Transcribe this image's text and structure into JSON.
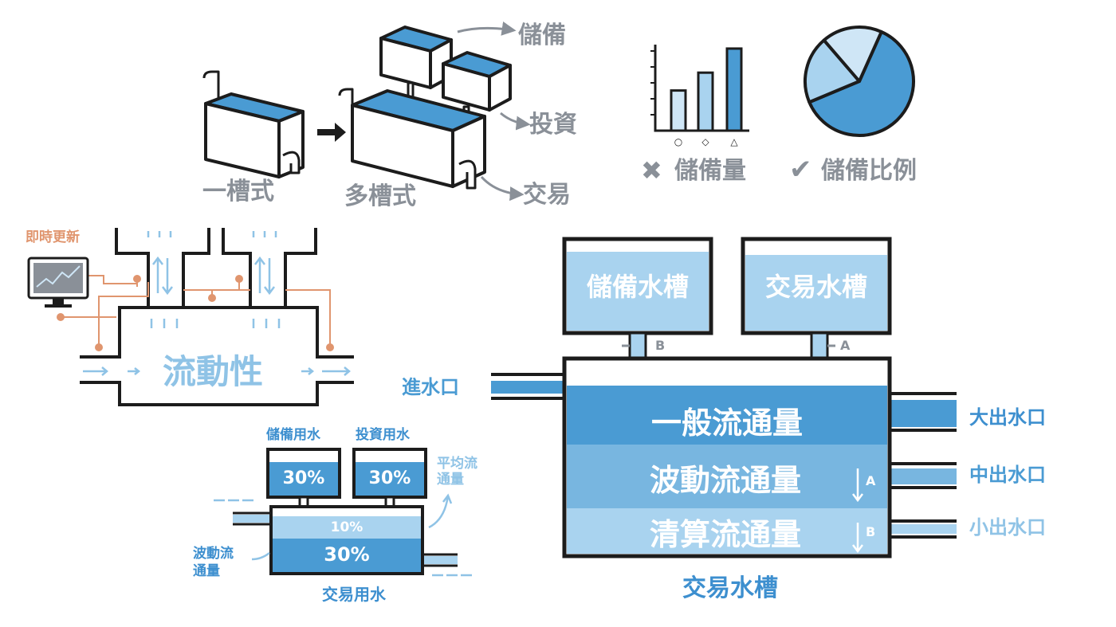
{
  "colors": {
    "ink": "#1c1c1c",
    "water_dark": "#4a9bd3",
    "water_mid": "#78b6e0",
    "water_light": "#a9d3ef",
    "water_pale": "#cfe6f6",
    "label_gray": "#8a9098",
    "label_blue": "#4a9bd3",
    "sensor_orange": "#e0956e"
  },
  "top_left": {
    "single_tank_label": "一槽式",
    "multi_tank_label": "多槽式",
    "out_reserve": "儲備",
    "out_invest": "投資",
    "out_trade": "交易"
  },
  "top_right": {
    "wrong_label": "儲備量",
    "right_label": "儲備比例",
    "bar_values": [
      0.45,
      0.65,
      0.92
    ],
    "tick_symbols": [
      "○",
      "◇",
      "△"
    ],
    "pie_shares": [
      0.62,
      0.2,
      0.18
    ]
  },
  "liquidity": {
    "realtime_label": "即時更新",
    "center_label": "流動性"
  },
  "proportion": {
    "reserve_water": "儲備用水",
    "invest_water": "投資用水",
    "reserve_pct": "30%",
    "invest_pct": "30%",
    "volatile_pct": "10%",
    "trade_pct": "30%",
    "avg_flow": "平均流通量",
    "volatile_flow": "波動流通量",
    "trade_water": "交易用水"
  },
  "main_tank": {
    "reserve_tank": "儲備水槽",
    "trade_tank_top": "交易水槽",
    "valve_b": "B",
    "valve_a": "A",
    "inlet": "進水口",
    "general_flow": "一般流通量",
    "volatile_flow": "波動流通量",
    "clearing_flow": "清算流通量",
    "down_a": "↓A",
    "down_b": "↓B",
    "outlet_large": "大出水口",
    "outlet_mid": "中出水口",
    "outlet_small": "小出水口",
    "trade_tank_bottom": "交易水槽"
  }
}
